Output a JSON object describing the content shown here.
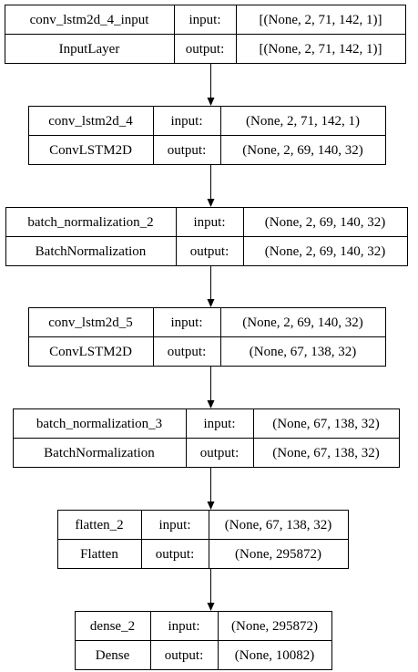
{
  "layers": [
    {
      "name": "conv_lstm2d_4_input",
      "type": "InputLayer",
      "input_label": "input:",
      "output_label": "output:",
      "input_shape": "[(None, 2, 71, 142, 1)]",
      "output_shape": "[(None, 2, 71, 142, 1)]"
    },
    {
      "name": "conv_lstm2d_4",
      "type": "ConvLSTM2D",
      "input_label": "input:",
      "output_label": "output:",
      "input_shape": "(None, 2, 71, 142, 1)",
      "output_shape": "(None, 2, 69, 140, 32)"
    },
    {
      "name": "batch_normalization_2",
      "type": "BatchNormalization",
      "input_label": "input:",
      "output_label": "output:",
      "input_shape": "(None, 2, 69, 140, 32)",
      "output_shape": "(None, 2, 69, 140, 32)"
    },
    {
      "name": "conv_lstm2d_5",
      "type": "ConvLSTM2D",
      "input_label": "input:",
      "output_label": "output:",
      "input_shape": "(None, 2, 69, 140, 32)",
      "output_shape": "(None, 67, 138, 32)"
    },
    {
      "name": "batch_normalization_3",
      "type": "BatchNormalization",
      "input_label": "input:",
      "output_label": "output:",
      "input_shape": "(None, 67, 138, 32)",
      "output_shape": "(None, 67, 138, 32)"
    },
    {
      "name": "flatten_2",
      "type": "Flatten",
      "input_label": "input:",
      "output_label": "output:",
      "input_shape": "(None, 67, 138, 32)",
      "output_shape": "(None, 295872)"
    },
    {
      "name": "dense_2",
      "type": "Dense",
      "input_label": "input:",
      "output_label": "output:",
      "input_shape": "(None, 295872)",
      "output_shape": "(None, 10082)"
    }
  ]
}
